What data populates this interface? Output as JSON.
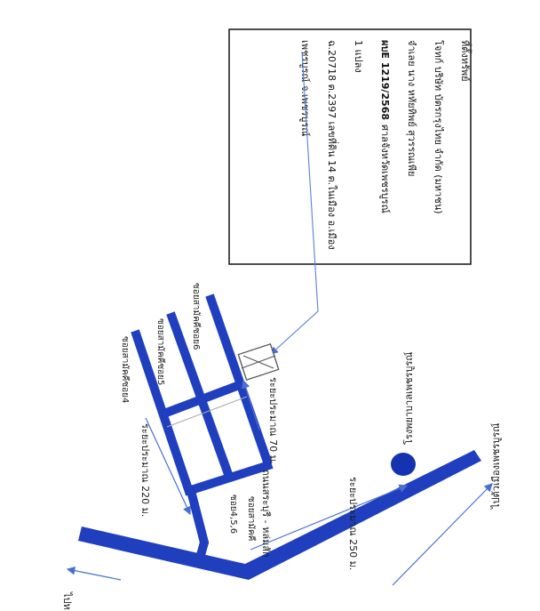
{
  "info_box": {
    "line1": "ที่ตั้งทรัพย์",
    "line2": "โจทก์ บริษัท บัตรกรุงไทย จำกัด (มหาชน)",
    "line3": "จำเลย นาง หทัยทิพย์ สุวรรณเพีย",
    "line4_bold": "ผบE 1219/2568",
    "line4_rest": "ศาลจังหวัดเพชรบูรณ์",
    "line5": "1 แปลง",
    "line6": "ฉ.20718 ต.2397 เลขที่ดิน 14 ต.ในเมือง อ.เมือง",
    "line7": "เพชรบูรณ์ จ.เพชรบูรณ์"
  },
  "labels": {
    "hospital": "โรงพยาบาลเพชรบูรณ์",
    "to_phetchabun_center": "ไปตัวเมืองเพชรบูรณ์",
    "to_lom_sak": "ไปหล่มสัก",
    "main_road": "ถนนสระบุรี - หล่มสัก",
    "dist_250": "ระยะประมาณ 250 ม.",
    "dist_220": "ระยะประมาณ 220 ม.",
    "dist_70": "ระยะประมาณ 70 ม.",
    "soi_entry_1": "ซอยสามัคคี",
    "soi_entry_2": "ซอย4,5,6",
    "soi_4": "ซอยสามัคคีซอย4",
    "soi_5": "ซอยสามัคคีซอย5",
    "soi_6": "ซอยสามัคคีซอย6"
  },
  "colors": {
    "road": "#1f3fbf",
    "hospital": "#1533b0",
    "arrow": "#4a6fd1",
    "leader": "#5a7fd6",
    "box_border": "#222222"
  },
  "icons": {
    "property": "property-parcel-icon",
    "hospital": "hospital-marker-icon"
  }
}
